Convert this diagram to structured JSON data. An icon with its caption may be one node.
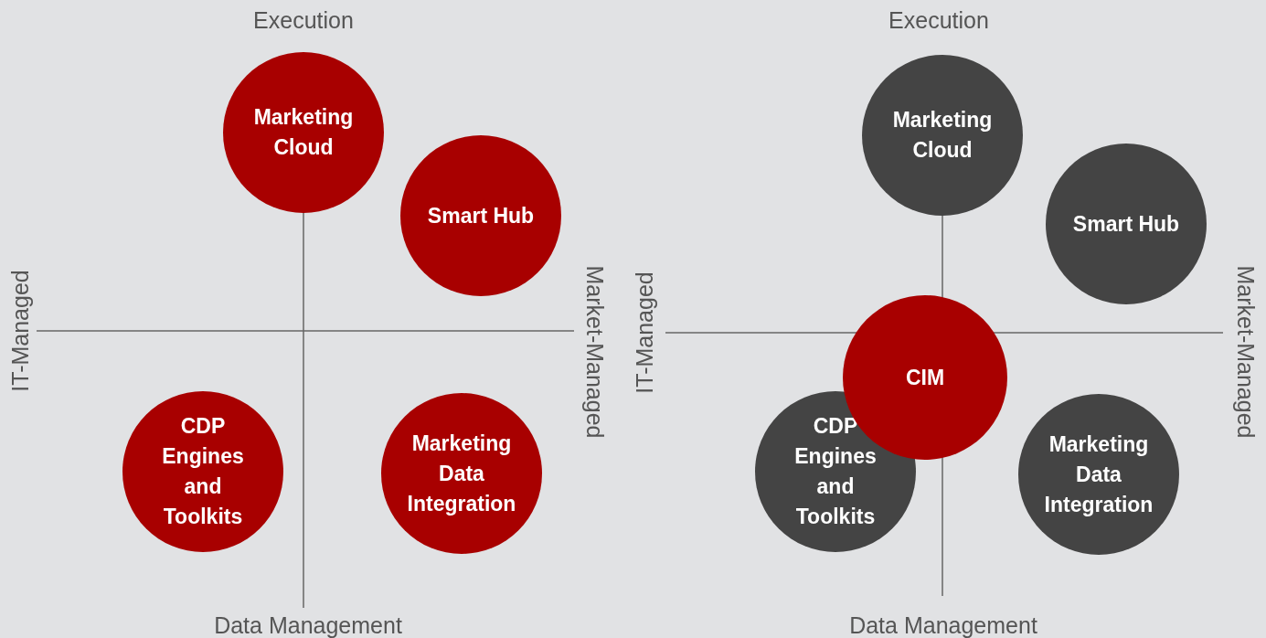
{
  "diagram": {
    "nodes": [
      {
        "text": [
          "Marketing Cloud"
        ]
      },
      {
        "text": [
          "Smart Hub"
        ]
      },
      {
        "text": [
          "CDP Engines and Toolkits"
        ]
      },
      {
        "text": [
          "Marketing Data Integration"
        ]
      },
      {
        "text": [
          "Marketing Cloud"
        ]
      },
      {
        "text": [
          "Smart Hub"
        ]
      },
      {
        "text": [
          "CIM"
        ]
      },
      {
        "text": [
          "CDP Engines and Toolkits"
        ]
      },
      {
        "text": [
          "Marketing Data Integration"
        ]
      }
    ],
    "labels": [
      "Execution",
      "Execution",
      "IT-Managed",
      "Market-Managed",
      "IT-Managed",
      "Market-Managed",
      "Data Management",
      "Data Management"
    ]
  }
}
